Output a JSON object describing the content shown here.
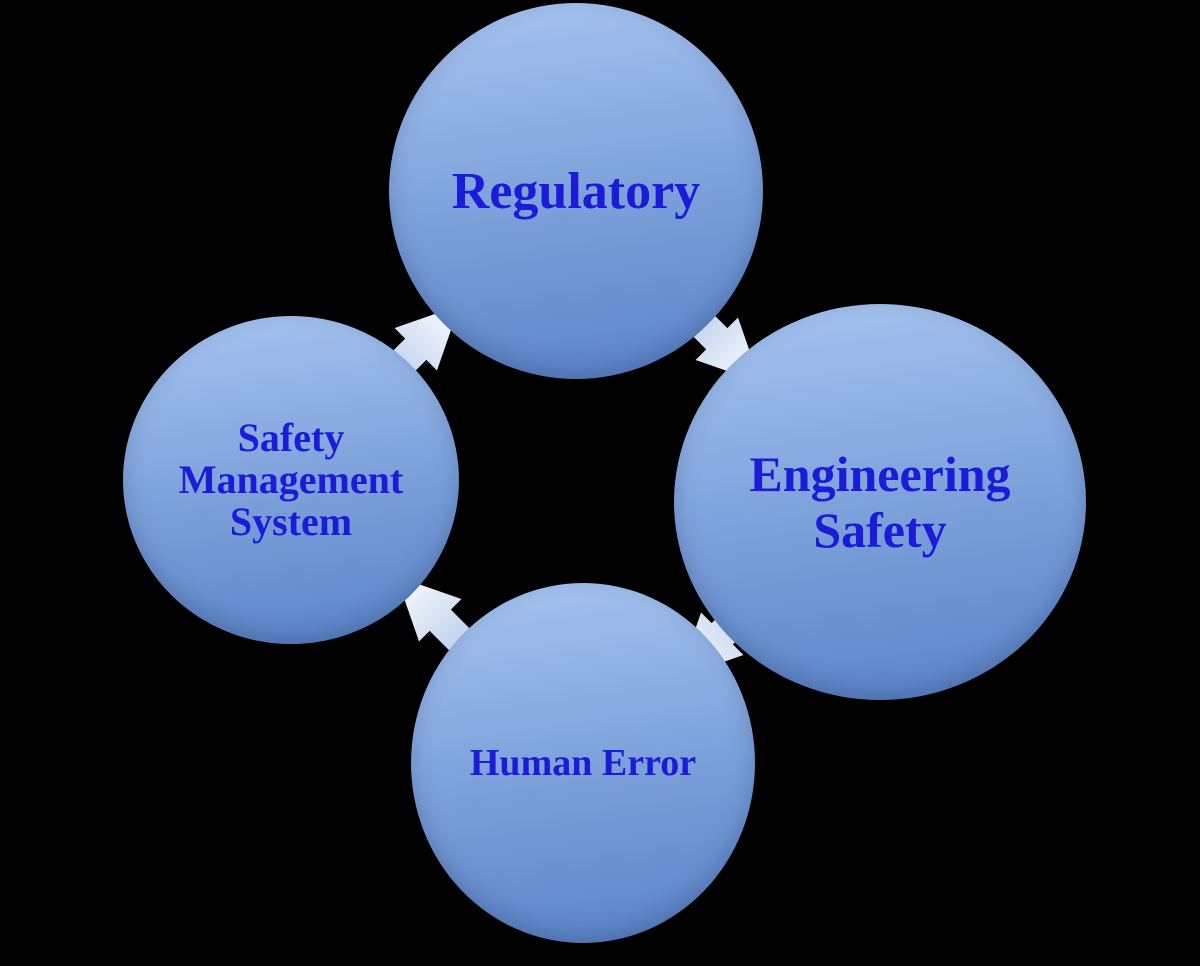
{
  "diagram": {
    "type": "cycle",
    "colors": {
      "background": "#000000",
      "node_gradient_top": "#a8c5f0",
      "node_gradient_mid": "#7fa3dc",
      "node_gradient_bottom": "#5a83c6",
      "label": "#1b1bd8",
      "arrow_tip": "#ffffff",
      "arrow_tail": "#b3c9e9"
    },
    "nodes": [
      {
        "id": "regulatory",
        "label": "Regulatory",
        "position": "top"
      },
      {
        "id": "engineering-safety",
        "label": "Engineering Safety",
        "position": "right"
      },
      {
        "id": "human-error",
        "label": "Human Error",
        "position": "bottom"
      },
      {
        "id": "safety-management-system",
        "label": "Safety Management System",
        "position": "left"
      }
    ],
    "arrows": [
      {
        "id": "arrow-sms-to-regulatory",
        "from": "Safety Management System",
        "to": "Regulatory",
        "direction": "up-right"
      },
      {
        "id": "arrow-regulatory-to-engineering",
        "from": "Regulatory",
        "to": "Engineering Safety",
        "direction": "down-right"
      },
      {
        "id": "arrow-engineering-to-human-error",
        "from": "Engineering Safety",
        "to": "Human Error",
        "direction": "down-left"
      },
      {
        "id": "arrow-human-error-to-sms",
        "from": "Human Error",
        "to": "Safety Management System",
        "direction": "up-left"
      }
    ]
  }
}
